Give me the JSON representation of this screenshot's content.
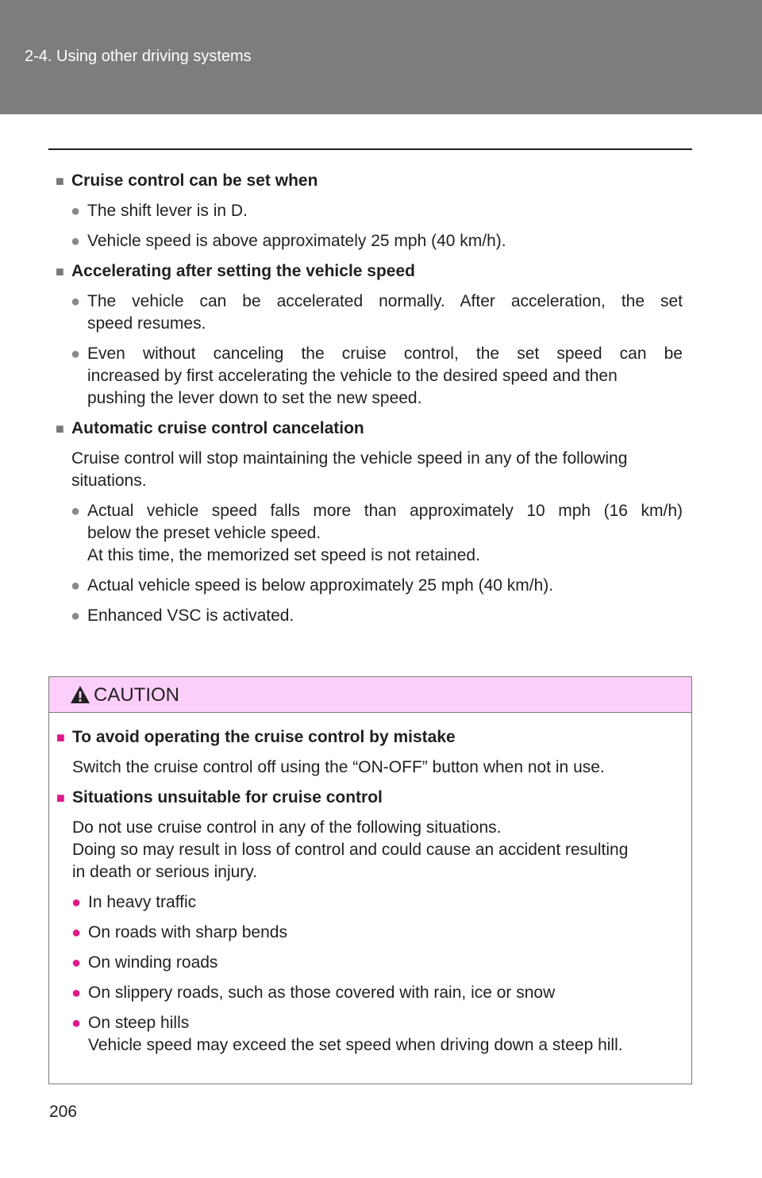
{
  "header": {
    "section": "2-4. Using other driving systems"
  },
  "content": {
    "h1": "Cruise control can be set when",
    "h1_b1": "The shift lever is in D.",
    "h1_b2": "Vehicle speed is above approximately 25 mph (40 km/h).",
    "h2": "Accelerating after setting the vehicle speed",
    "h2_b1_l1": "The vehicle can be accelerated normally. After acceleration, the set",
    "h2_b1_l2": "speed resumes.",
    "h2_b2_l1": "Even without canceling the cruise control, the set speed can be",
    "h2_b2_l2": "increased by first accelerating the vehicle to the desired speed and then",
    "h2_b2_l3": "pushing the lever down to set the new speed.",
    "h3": "Automatic cruise control cancelation",
    "h3_p_l1": "Cruise control will stop maintaining the vehicle speed in any of the following",
    "h3_p_l2": "situations.",
    "h3_b1_l1": "Actual vehicle speed falls more than approximately 10 mph (16 km/h)",
    "h3_b1_l2": "below the preset vehicle speed.",
    "h3_b1_l3": "At this time, the memorized set speed is not retained.",
    "h3_b2": "Actual vehicle speed is below approximately 25 mph (40 km/h).",
    "h3_b3": "Enhanced VSC is activated."
  },
  "caution": {
    "title": "CAUTION",
    "h1": "To avoid operating the cruise control by mistake",
    "h1_p": "Switch the cruise control off using the “ON-OFF” button when not in use.",
    "h2": "Situations unsuitable for cruise control",
    "h2_p_l1": "Do not use cruise control in any of the following situations.",
    "h2_p_l2": "Doing so may result in loss of control and could cause an accident resulting",
    "h2_p_l3": "in death or serious injury.",
    "b1": "In heavy traffic",
    "b2": "On roads with sharp bends",
    "b3": "On winding roads",
    "b4": "On slippery roads, such as those covered with rain, ice or snow",
    "b5_l1": "On steep hills",
    "b5_l2": "Vehicle speed may exceed the set speed when driving down a steep hill."
  },
  "footer": {
    "page_number": "206"
  },
  "colors": {
    "header_bg": "#7d7d7d",
    "caution_bg": "#fccffa",
    "caution_accent": "#e0198a"
  },
  "icons": {
    "heading_marker": "square-bullet-icon",
    "list_marker": "circle-bullet-icon",
    "warning": "warning-triangle-icon"
  }
}
